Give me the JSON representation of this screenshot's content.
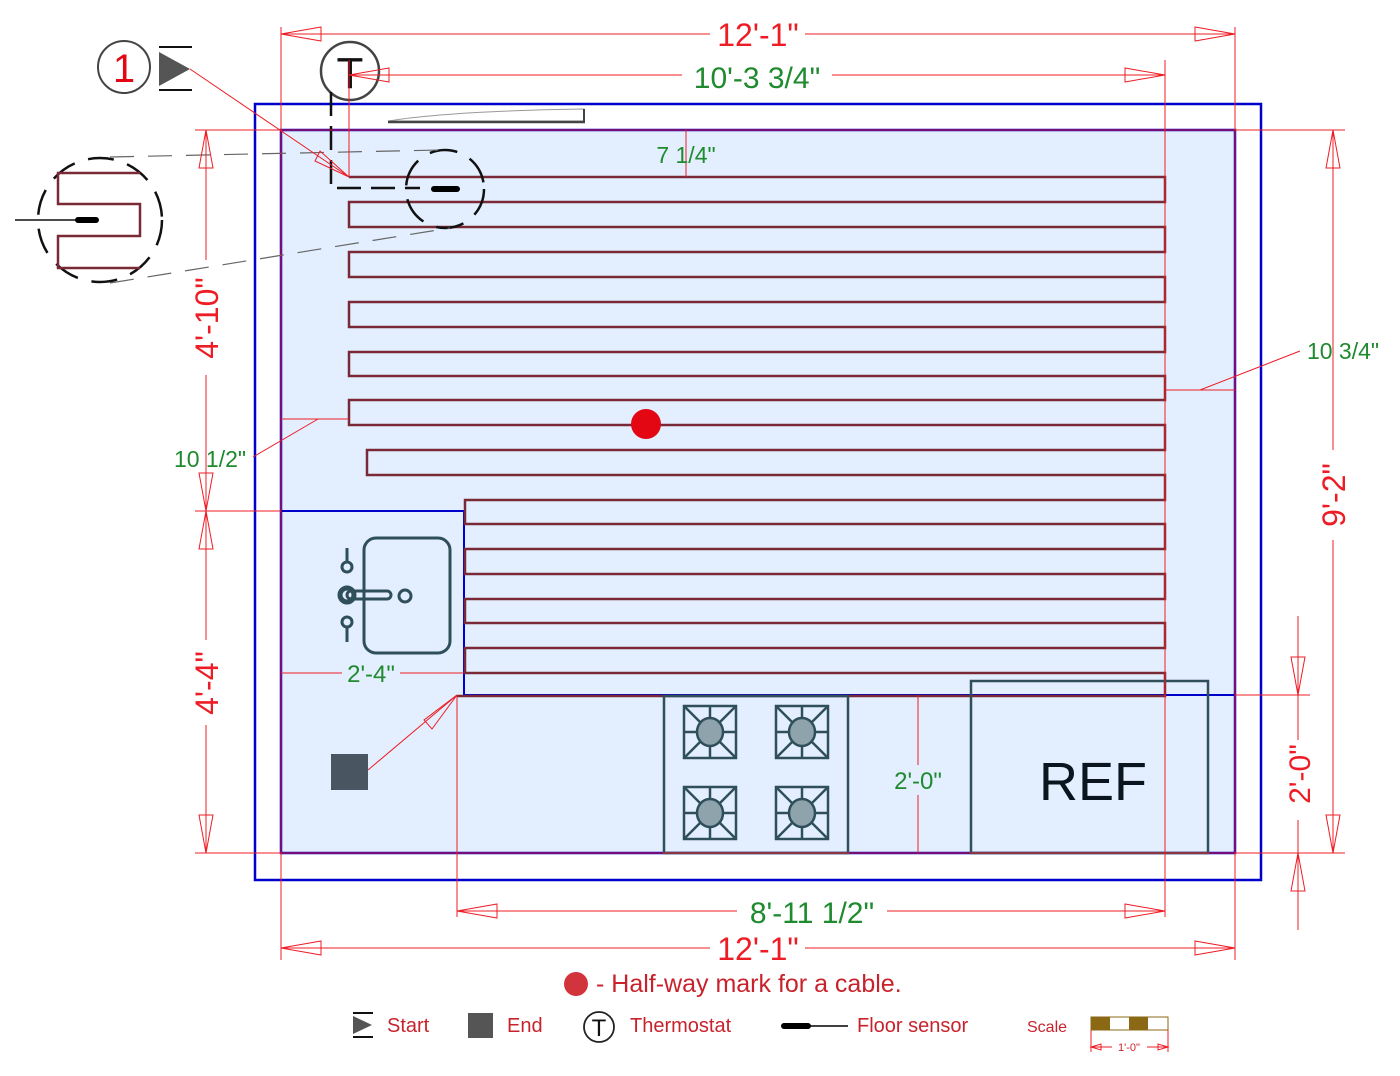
{
  "colors": {
    "wall": "#0000cc",
    "floor_fill": "#e3efff",
    "cable": "#7a2a36",
    "dim_red": "#ee1c25",
    "dim_green": "#1f8a2e",
    "fixture": "#2f4f5a",
    "burner_fill": "#8fa3ad",
    "end_fill": "#4a5562",
    "halfway": "#e30613",
    "legend_text": "#c8232c",
    "scale_fill": "#8b6914"
  },
  "dimensions": {
    "top_overall": "12'-1\"",
    "top_cable": "10'-3 3/4\"",
    "top_offset": "7 1/4\"",
    "left_upper": "4'-10\"",
    "left_lower": "4'-4\"",
    "left_offset": "10 1/2\"",
    "right_overall": "9'-2\"",
    "right_lower": "2'-0\"",
    "right_offset": "10 3/4\"",
    "sink_width": "2'-4\"",
    "counter_depth": "2'-0\"",
    "bottom_cable": "8'-11 1/2\"",
    "bottom_overall": "12'-1\""
  },
  "symbols": {
    "start_number": "1",
    "thermostat_letter": "T",
    "fridge_label": "REF"
  },
  "legend": {
    "halfway_note": "- Half-way mark for a cable.",
    "start": "Start",
    "end": "End",
    "thermostat": "Thermostat",
    "thermostat_letter": "T",
    "floor_sensor": "Floor sensor",
    "scale": "Scale",
    "scale_length": "1'-0\""
  }
}
